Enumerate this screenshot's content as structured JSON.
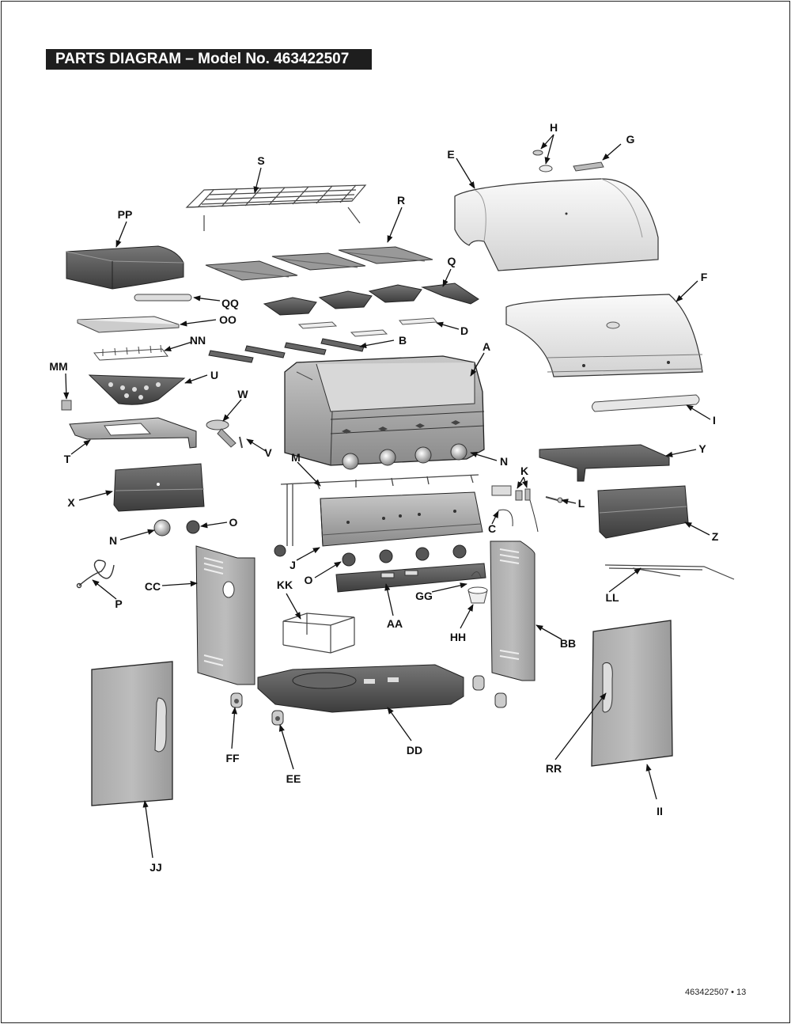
{
  "header": {
    "title": "PARTS DIAGRAM – Model No. 463422507"
  },
  "footer": {
    "page": "463422507 • 13"
  },
  "callouts": [
    {
      "id": "h",
      "text": "H"
    },
    {
      "id": "g",
      "text": "G"
    },
    {
      "id": "e",
      "text": "E"
    },
    {
      "id": "s",
      "text": "S"
    },
    {
      "id": "r",
      "text": "R"
    },
    {
      "id": "pp",
      "text": "PP"
    },
    {
      "id": "q",
      "text": "Q"
    },
    {
      "id": "f",
      "text": "F"
    },
    {
      "id": "qq",
      "text": "QQ"
    },
    {
      "id": "oo",
      "text": "OO"
    },
    {
      "id": "d",
      "text": "D"
    },
    {
      "id": "b",
      "text": "B"
    },
    {
      "id": "nn",
      "text": "NN"
    },
    {
      "id": "a",
      "text": "A"
    },
    {
      "id": "mm",
      "text": "MM"
    },
    {
      "id": "u",
      "text": "U"
    },
    {
      "id": "w",
      "text": "W"
    },
    {
      "id": "i",
      "text": "I"
    },
    {
      "id": "t",
      "text": "T"
    },
    {
      "id": "v",
      "text": "V"
    },
    {
      "id": "m",
      "text": "M"
    },
    {
      "id": "n1",
      "text": "N"
    },
    {
      "id": "y",
      "text": "Y"
    },
    {
      "id": "k",
      "text": "K"
    },
    {
      "id": "x",
      "text": "X"
    },
    {
      "id": "l",
      "text": "L"
    },
    {
      "id": "o1",
      "text": "O"
    },
    {
      "id": "c",
      "text": "C"
    },
    {
      "id": "n2",
      "text": "N"
    },
    {
      "id": "z",
      "text": "Z"
    },
    {
      "id": "j",
      "text": "J"
    },
    {
      "id": "o2",
      "text": "O"
    },
    {
      "id": "cc",
      "text": "CC"
    },
    {
      "id": "kk",
      "text": "KK"
    },
    {
      "id": "gg",
      "text": "GG"
    },
    {
      "id": "ll",
      "text": "LL"
    },
    {
      "id": "p",
      "text": "P"
    },
    {
      "id": "aa",
      "text": "AA"
    },
    {
      "id": "hh",
      "text": "HH"
    },
    {
      "id": "bb",
      "text": "BB"
    },
    {
      "id": "dd",
      "text": "DD"
    },
    {
      "id": "ff",
      "text": "FF"
    },
    {
      "id": "rr",
      "text": "RR"
    },
    {
      "id": "ee",
      "text": "EE"
    },
    {
      "id": "ii",
      "text": "II"
    },
    {
      "id": "jj",
      "text": "JJ"
    }
  ]
}
